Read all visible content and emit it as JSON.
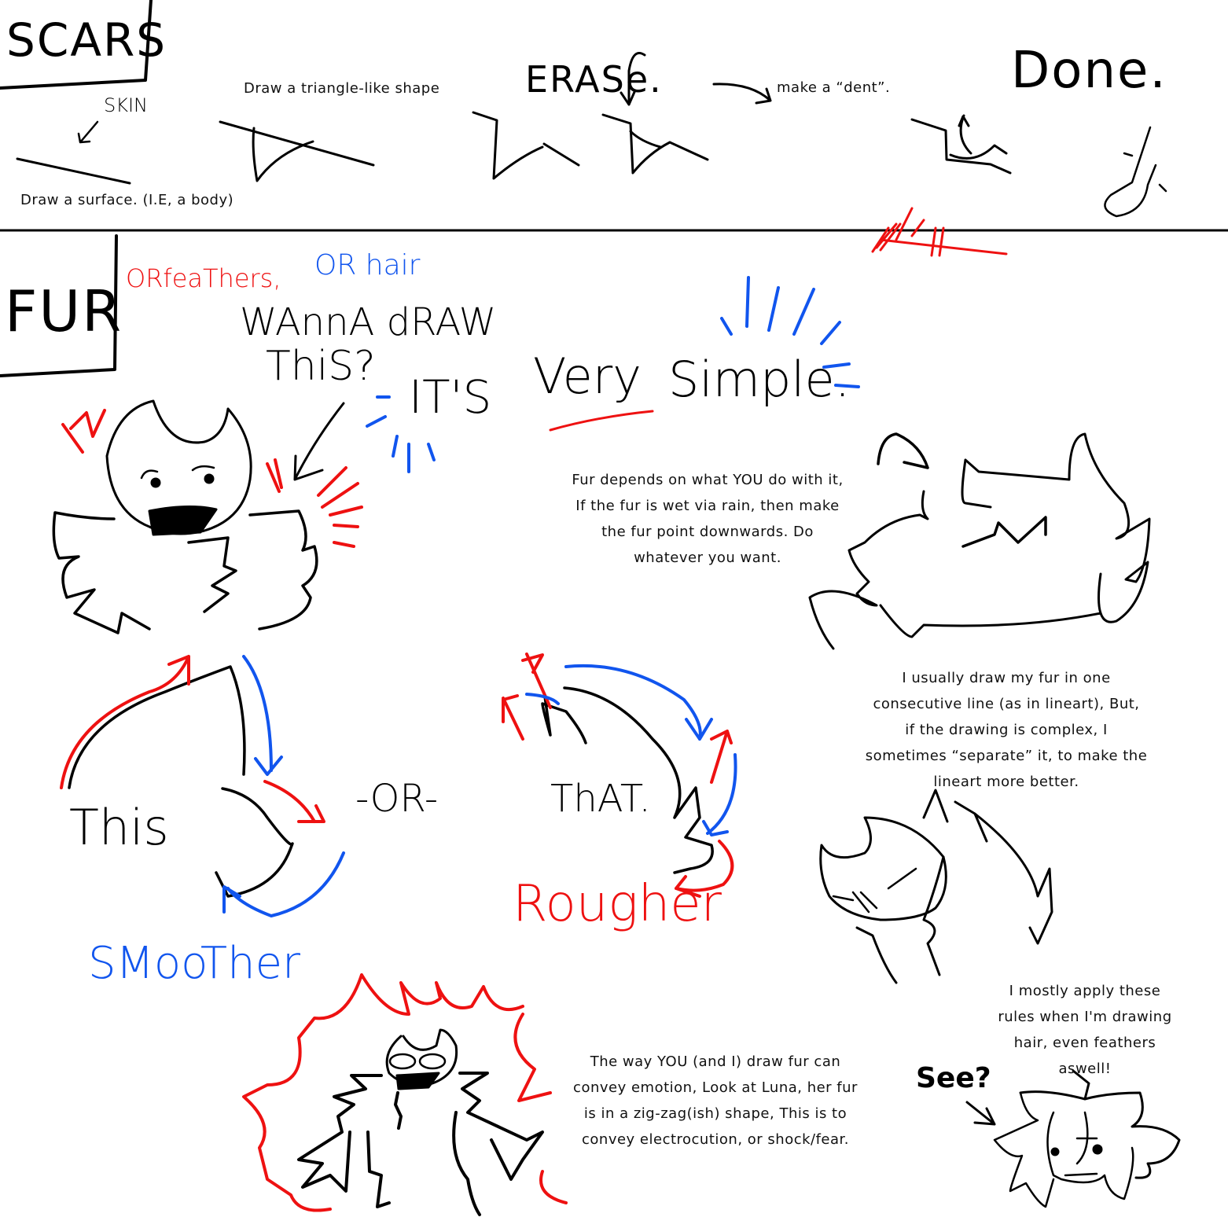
{
  "colors": {
    "ink": "#000000",
    "red": "#ee1111",
    "blue": "#1155ee",
    "background": "#ffffff"
  },
  "scars": {
    "title": "SCARS",
    "skin_label": "SKIN",
    "step1": "Draw a surface. (I.E, a body)",
    "step2": "Draw a triangle-like shape",
    "step3": "ERASe.",
    "step4": "make a “dent”.",
    "step5": "Done."
  },
  "fur": {
    "title": "FUR",
    "subtitle_red": "ORfeaThers,",
    "subtitle_blue": "OR hair",
    "headline_1": "WAnnA dRAW",
    "headline_2": "ThiS?",
    "headline_3a": "IT'S",
    "headline_3b": "Very",
    "headline_3c": "Simple.",
    "note_1": [
      "Fur depends on what YOU do with it,",
      "If the fur is wet via rain, then make",
      "the fur point downwards. Do",
      "whatever you want."
    ],
    "compare_this": "This",
    "compare_or": "-OR-",
    "compare_that": "ThAT.",
    "smoother": "SMooTher",
    "rougher": "Rougher",
    "note_2": [
      "I usually draw my fur in one",
      "consecutive line (as in lineart), But,",
      "if the drawing is complex, I",
      "sometimes “separate” it, to make the",
      "lineart more better."
    ],
    "note_3": [
      "The way YOU (and I) draw fur can",
      "convey emotion, Look at Luna, her fur",
      "is in a zig-zag(ish) shape, This is to",
      "convey electrocution, or shock/fear."
    ],
    "note_4": [
      "I mostly apply these",
      "rules when I'm drawing",
      "hair, even feathers",
      "aswell!"
    ],
    "see_label": "See?"
  }
}
